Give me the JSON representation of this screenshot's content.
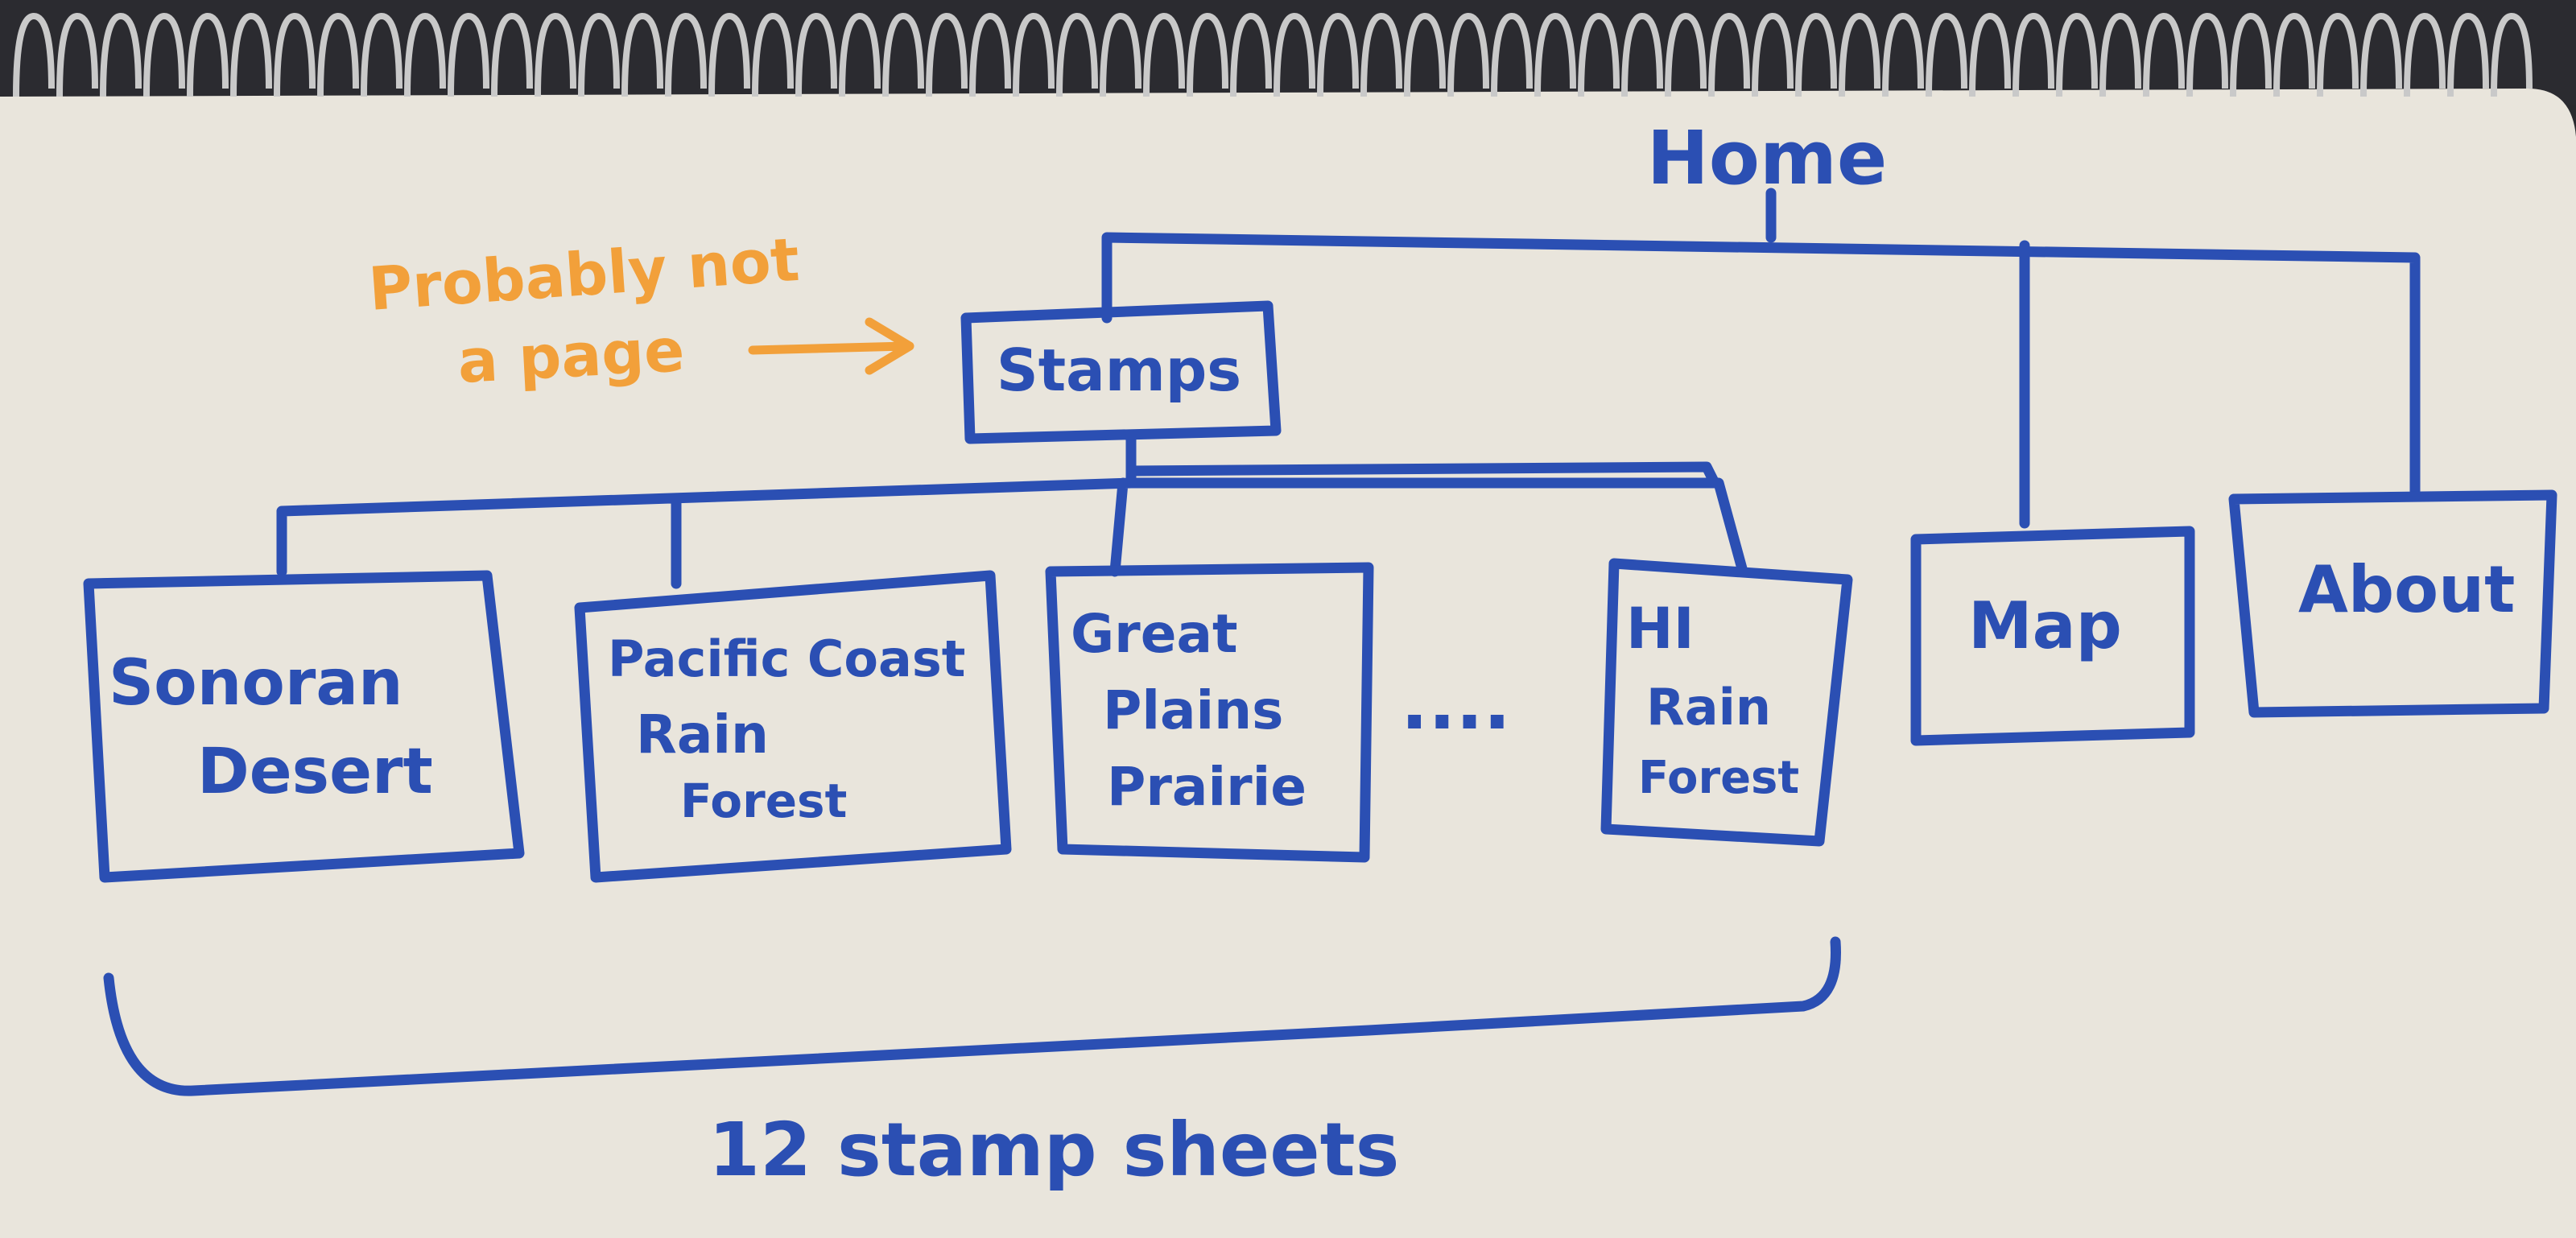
{
  "diagram": {
    "root": {
      "label": "Home"
    },
    "stamps": {
      "label": "Stamps"
    },
    "annotation": {
      "text_line1": "Probably not",
      "text_line2": "a page"
    },
    "sheets": [
      {
        "lines": [
          "Sonoran",
          "Desert"
        ]
      },
      {
        "lines": [
          "Pacific Coast",
          "Rain",
          "Forest"
        ]
      },
      {
        "lines": [
          "Great",
          "Plains",
          "Prairie"
        ]
      },
      {
        "lines": [
          "HI",
          "Rain",
          "Forest"
        ]
      }
    ],
    "ellipsis": "....",
    "map": {
      "label": "Map"
    },
    "about": {
      "label": "About"
    },
    "bracket_caption": "12 stamp sheets"
  },
  "colors": {
    "paper": "#e9e5dc",
    "marker_blue": "#2b4fb3",
    "marker_orange": "#f2a03a"
  }
}
